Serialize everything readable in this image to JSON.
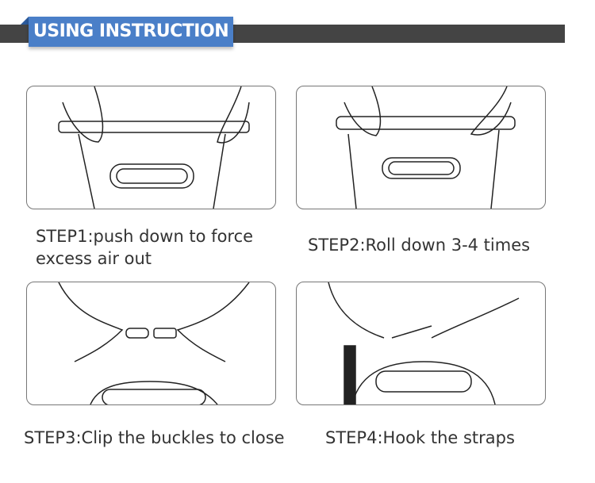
{
  "header": {
    "title": "USING INSTRUCTION",
    "accent": "#4a7fc8",
    "bar_color": "#444444"
  },
  "steps": [
    {
      "label": "STEP1:push down to force",
      "label2": "excess air out"
    },
    {
      "label": "STEP2:Roll down 3-4 times"
    },
    {
      "label": "STEP3:Clip the buckles to close"
    },
    {
      "label": "STEP4:Hook the straps"
    }
  ]
}
